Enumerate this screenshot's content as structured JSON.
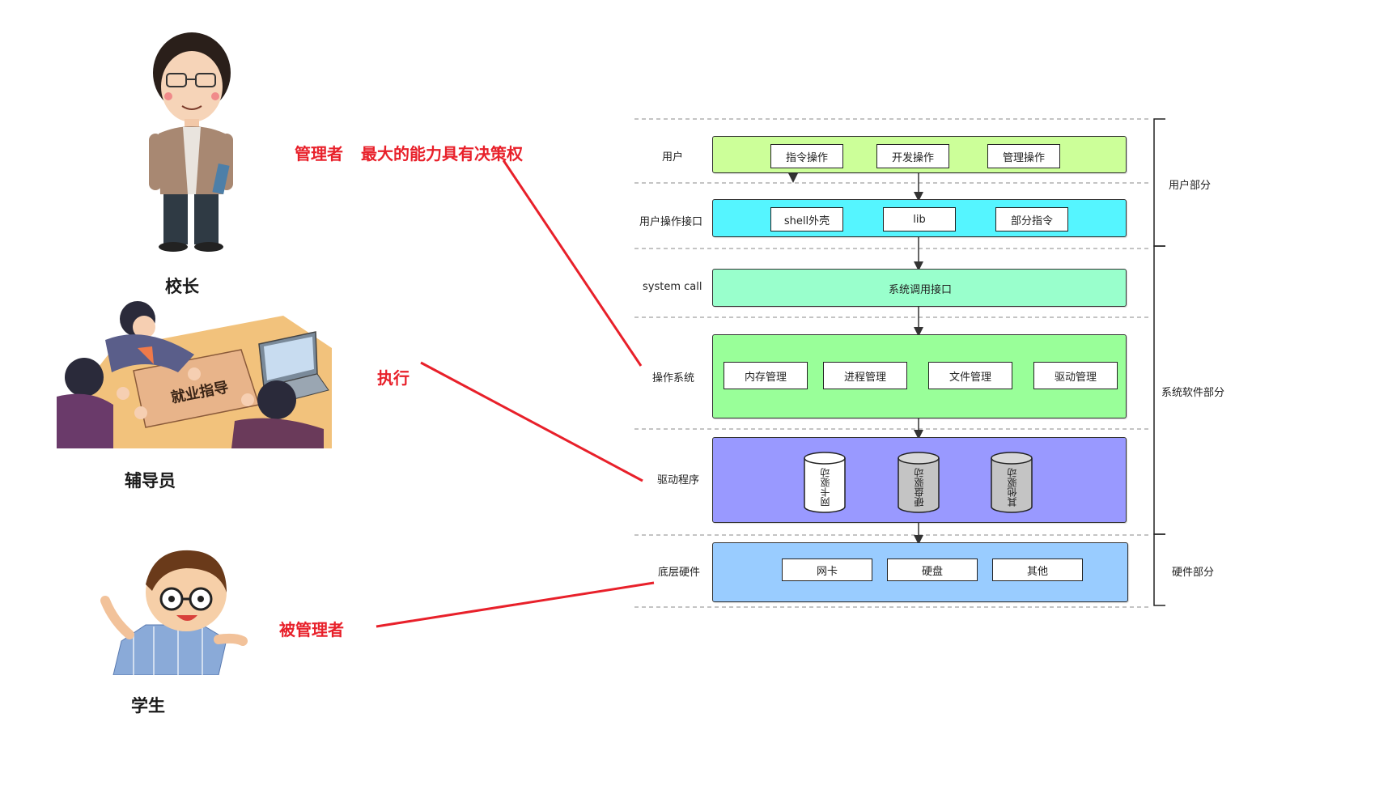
{
  "people": {
    "principal": {
      "caption": "校长"
    },
    "counselor": {
      "caption": "辅导员",
      "sign_text": "就业指导"
    },
    "student": {
      "caption": "学生"
    }
  },
  "annotations": {
    "manager": "管理者",
    "manager_desc": "最大的能力具有决策权",
    "executor": "执行",
    "managed": "被管理者"
  },
  "diagram": {
    "layers": {
      "user": "用户",
      "user_interface": "用户操作接口",
      "system_call": "system call",
      "os": "操作系统",
      "driver": "驱动程序",
      "hardware": "底层硬件"
    },
    "user_boxes": [
      "指令操作",
      "开发操作",
      "管理操作"
    ],
    "interface_boxes": [
      "shell外壳",
      "lib",
      "部分指令"
    ],
    "syscall_text": "系统调用接口",
    "os_boxes": [
      "内存管理",
      "进程管理",
      "文件管理",
      "驱动管理"
    ],
    "driver_cylinders": [
      "网卡驱动",
      "硬盘驱动",
      "其他驱动"
    ],
    "hardware_boxes": [
      "网卡",
      "硬盘",
      "其他"
    ],
    "parts": {
      "user_part": "用户部分",
      "software_part": "系统软件部分",
      "hardware_part": "硬件部分"
    },
    "colors": {
      "user_band": "#ccff99",
      "interface_band": "#55f5ff",
      "syscall_band": "#99ffcc",
      "os_band": "#99ff99",
      "driver_band": "#9999ff",
      "hardware_band": "#99ccff",
      "connector_red": "#e8202a"
    }
  }
}
